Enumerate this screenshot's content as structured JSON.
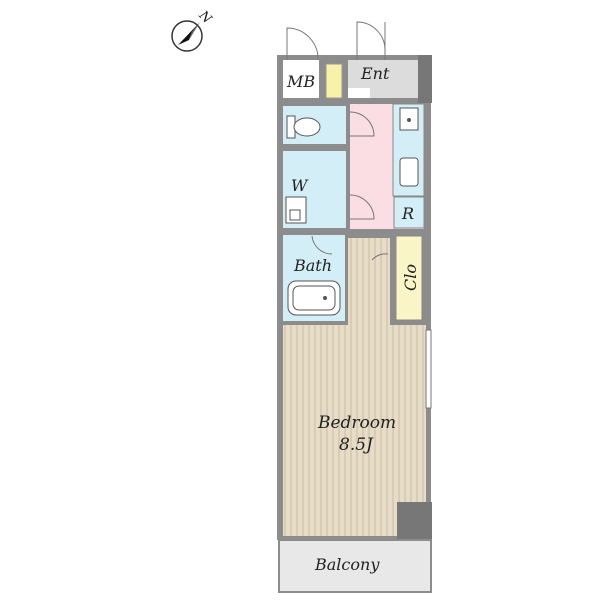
{
  "compass": {
    "letter": "N"
  },
  "rooms": {
    "mb": "MB",
    "ent": "Ent",
    "w": "W",
    "r": "R",
    "bath": "Bath",
    "clo": "Clo",
    "bedroom": "Bedroom",
    "bedroom_size": "8.5J",
    "balcony": "Balcony"
  },
  "colors": {
    "wall": "#8c8c8c",
    "bath_blue": "#d3eef6",
    "kitchen_pink": "#fbdde4",
    "closet_yellow": "#faf5c6",
    "mb_yellow": "#f8f1a8",
    "floor_wood": "#e6dcc8",
    "floor_line": "#cbbd9f",
    "balcony_gray": "#e8e8e8",
    "entry_gray": "#dcdcdc"
  }
}
